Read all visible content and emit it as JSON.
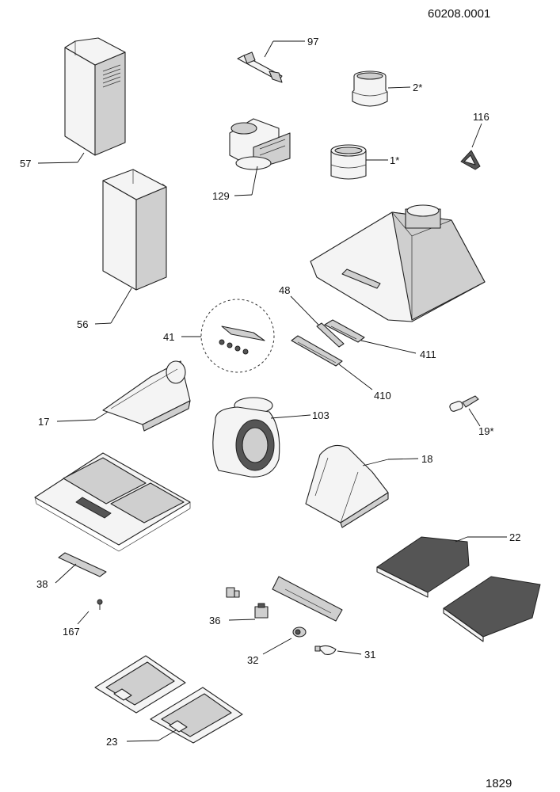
{
  "document_code": "60208.0001",
  "page_number": "1829",
  "labels": {
    "p97": "97",
    "p2": "2*",
    "p116": "116",
    "p57": "57",
    "p129": "129",
    "p1": "1*",
    "p56": "56",
    "p48": "48",
    "p41": "41",
    "p411": "411",
    "p410": "410",
    "p17": "17",
    "p103": "103",
    "p19": "19*",
    "p18": "18",
    "p22": "22",
    "p38": "38",
    "p36": "36",
    "p167": "167",
    "p32": "32",
    "p31": "31",
    "p23": "23"
  }
}
